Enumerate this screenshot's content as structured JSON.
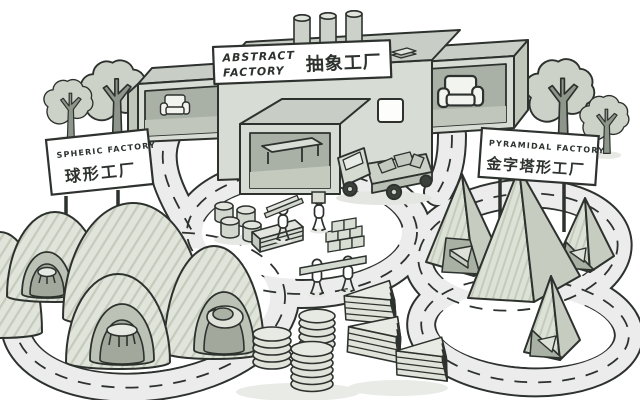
{
  "illustration": {
    "description": "Hand-drawn illustration of an abstract factory complex: a central abstract factory building, a spheric factory of dome buildings with round furniture, a pyramidal factory of pyramid towers, looping roads, workers, a truck, trees and stacks of round and triangular products",
    "colors": {
      "outline": "#2d322e",
      "building_face": "#d7dcd4",
      "roof": "#c8cec6",
      "interior_dark": "#a9b0a6",
      "road": "#ececec",
      "dome_fill": "#e0e4da",
      "hatch_line": "#c4cbbc",
      "tree_canopy": "#cdd2c9",
      "tree_trunk": "#8e968b",
      "sign_bg": "#ffffff"
    },
    "signs": {
      "abstract": {
        "line1": "ABSTRACT",
        "line2": "FACTORY",
        "zh": "抽象工厂"
      },
      "spheric": {
        "en": "SPHERIC FACTORY",
        "zh": "球形工厂"
      },
      "pyramidal": {
        "en": "PYRAMIDAL FACTORY",
        "zh": "金字塔形工厂"
      }
    }
  }
}
